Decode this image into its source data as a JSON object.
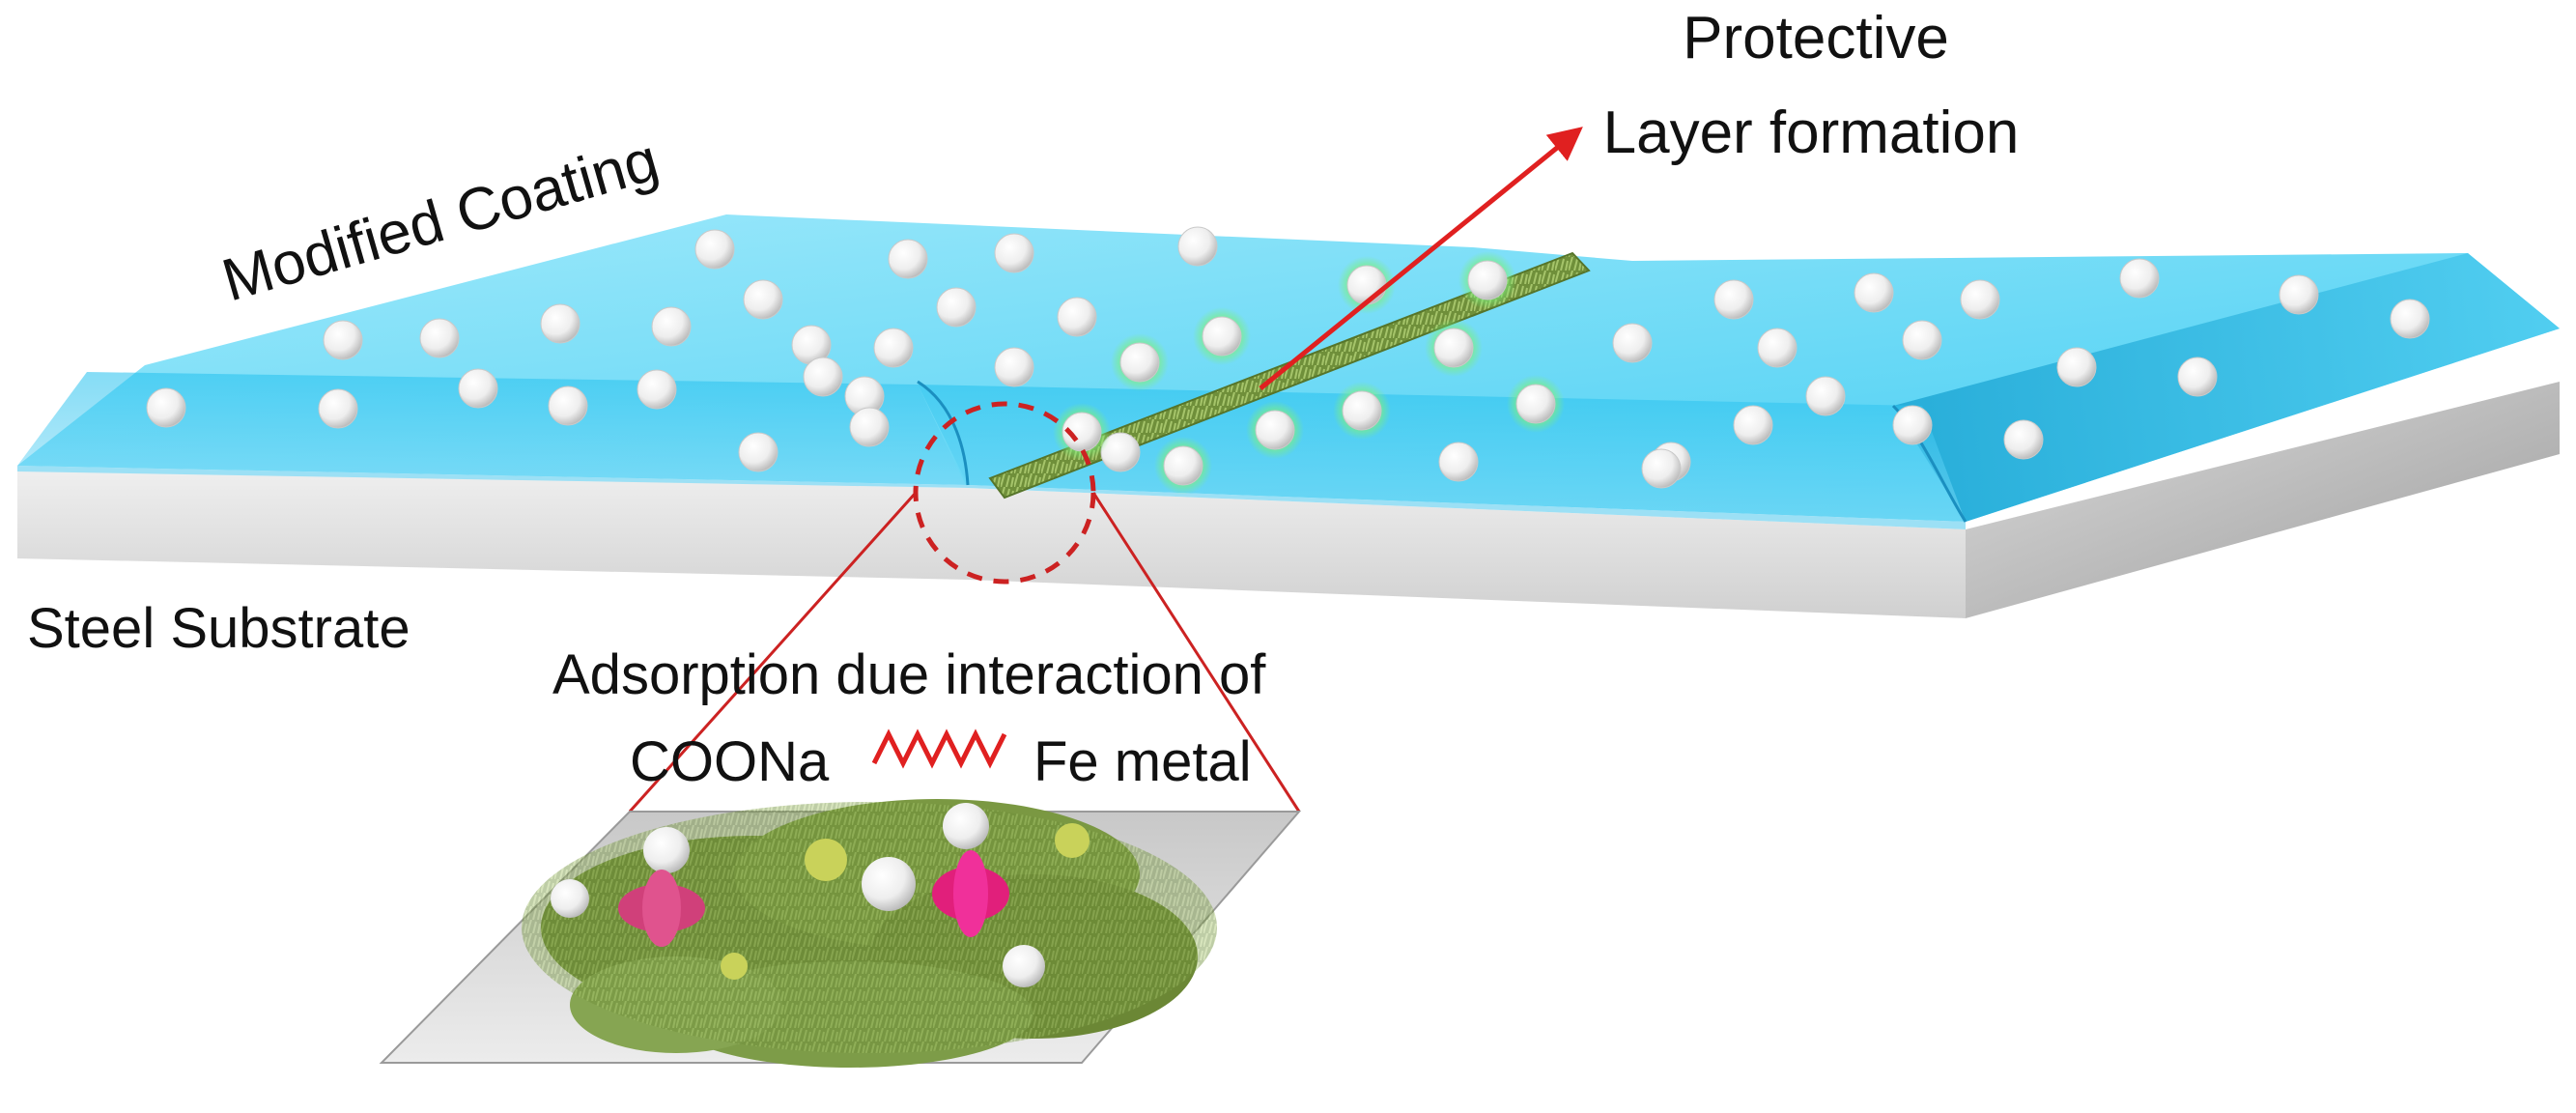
{
  "labels": {
    "modified_coating": "Modified Coating",
    "protective_line1": "Protective",
    "protective_line2": "Layer formation",
    "steel_substrate": "Steel Substrate",
    "adsorption_line1": "Adsorption due interaction of",
    "adsorption_left": "COONa",
    "adsorption_right": "Fe metal"
  },
  "colors": {
    "coating_top": "#a6ecfb",
    "coating_front": "#29c6ef",
    "coating_right": "#1fa3cf",
    "substrate_front": "#e2e2e2",
    "substrate_shadow": "#b8b8b8",
    "protective_layer": "#6f8f3a",
    "inset_plate": "#d9d9d9",
    "accent_red": "#e02020",
    "zoom_line": "#cc2222",
    "particle": "#ffffff"
  },
  "icons": {
    "particles": "white-sphere-icon",
    "arrow": "red-arrow-icon",
    "zigzag": "zigzag-bond-icon",
    "zoom": "dashed-zoom-circle-icon"
  }
}
